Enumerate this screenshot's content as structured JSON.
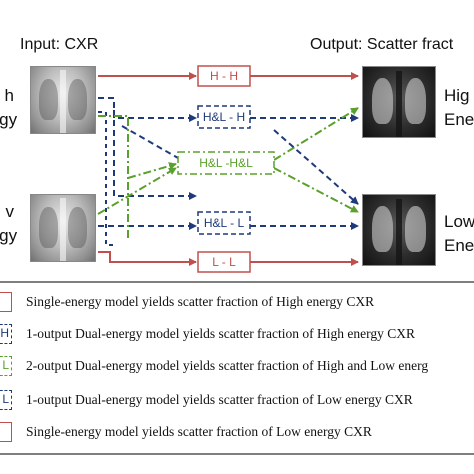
{
  "header": {
    "input_label": "Input: CXR",
    "output_label": "Output: Scatter fract"
  },
  "side_labels": {
    "high_left": [
      "h",
      "ergy"
    ],
    "low_left": [
      "v",
      "ergy"
    ],
    "high_right": [
      "Hig",
      "Ener"
    ],
    "low_right": [
      "Low",
      "Ener"
    ]
  },
  "model_boxes": [
    {
      "id": "hh",
      "label": "H - H",
      "color": "#c0504d"
    },
    {
      "id": "hlh",
      "label": "H&L - H",
      "color": "#1f3a7a"
    },
    {
      "id": "hlhl",
      "label": "H&L -H&L",
      "color": "#5aa02c"
    },
    {
      "id": "hll",
      "label": "H&L - L",
      "color": "#1f3a7a"
    },
    {
      "id": "ll",
      "label": "L - L",
      "color": "#c0504d"
    }
  ],
  "legend": [
    {
      "tag": "",
      "color": "#c0504d",
      "style": "solid",
      "text": "Single-energy model yields scatter fraction of High energy CXR"
    },
    {
      "tag": "H",
      "color": "#1f3a7a",
      "style": "dashed",
      "text": "1-output Dual-energy model yields scatter fraction of High energy CXR"
    },
    {
      "tag": "L",
      "color": "#5aa02c",
      "style": "dashed",
      "text": "2-output Dual-energy model yields scatter fraction of High and Low energ"
    },
    {
      "tag": "L",
      "color": "#1f3a7a",
      "style": "dashed",
      "text": "1-output Dual-energy model yields scatter fraction of Low energy CXR"
    },
    {
      "tag": "",
      "color": "#c0504d",
      "style": "solid",
      "text": "Single-energy model yields scatter fraction of Low energy CXR"
    }
  ],
  "colors": {
    "single_energy": "#c0504d",
    "dual_one_output": "#1f3a7a",
    "dual_two_output": "#5aa02c"
  }
}
